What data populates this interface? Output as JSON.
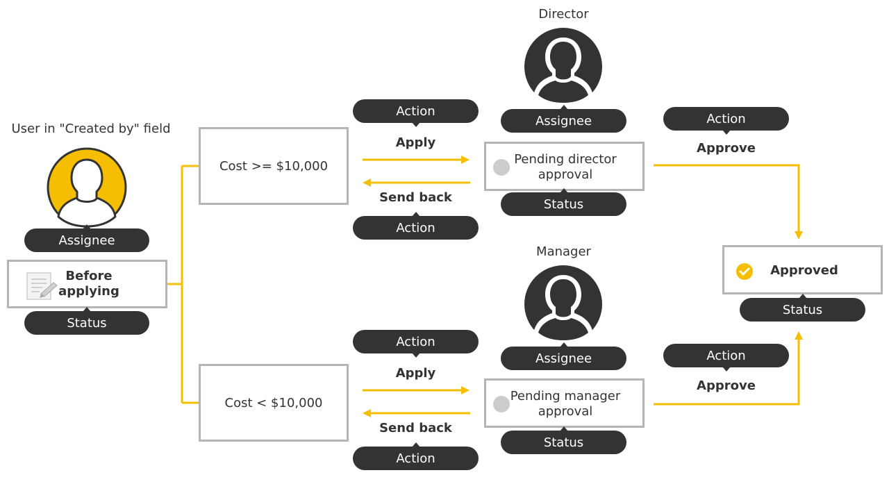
{
  "creator": {
    "caption": "User in \"Created by\" field",
    "assignee_label": "Assignee",
    "state_label": "Before applying",
    "status_label": "Status"
  },
  "conditions": {
    "high": "Cost >= $10,000",
    "low": "Cost < $10,000"
  },
  "director_path": {
    "action_apply_pill": "Action",
    "apply_label": "Apply",
    "send_back_label": "Send back",
    "action_send_back_pill": "Action",
    "role_caption": "Director",
    "assignee_label": "Assignee",
    "state_label": "Pending director approval",
    "status_label": "Status",
    "approve_action_pill": "Action",
    "approve_label": "Approve"
  },
  "manager_path": {
    "action_apply_pill": "Action",
    "apply_label": "Apply",
    "send_back_label": "Send back",
    "action_send_back_pill": "Action",
    "role_caption": "Manager",
    "assignee_label": "Assignee",
    "state_label": "Pending manager approval",
    "status_label": "Status",
    "approve_action_pill": "Action",
    "approve_label": "Approve"
  },
  "final": {
    "state_label": "Approved",
    "status_label": "Status"
  },
  "colors": {
    "accent": "#F5BE00",
    "dark": "#333333",
    "border": "#B5B5B5",
    "pending_dot": "#CCCCCC"
  }
}
